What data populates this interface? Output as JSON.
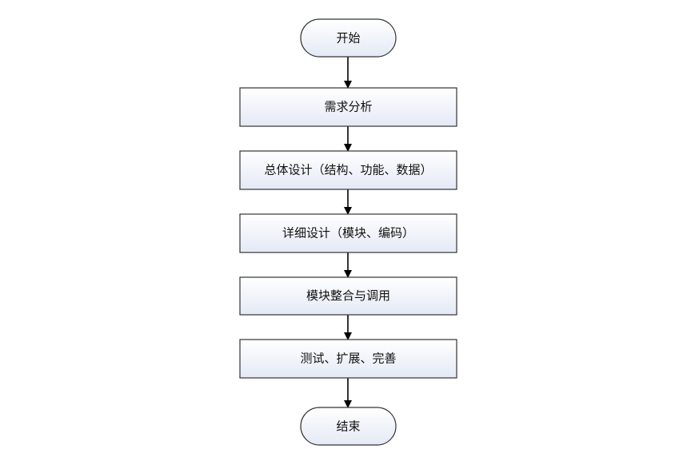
{
  "flowchart": {
    "start": {
      "label": "开始"
    },
    "steps": [
      {
        "label": "需求分析"
      },
      {
        "label": "总体设计（结构、功能、数据）"
      },
      {
        "label": "详细设计（模块、编码）"
      },
      {
        "label": "模块整合与调用"
      },
      {
        "label": "测试、扩展、完善"
      }
    ],
    "end": {
      "label": "结束"
    }
  },
  "colors": {
    "box_fill_top": "#ffffff",
    "box_fill_bottom": "#e4e9f5",
    "border": "#333333",
    "arrow": "#000000"
  }
}
